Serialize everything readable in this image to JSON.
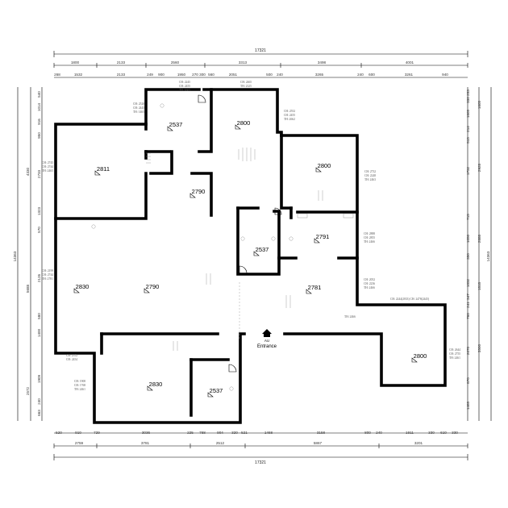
{
  "dimensions": {
    "top_total": "17321",
    "top_row1": [
      "1800",
      "2133",
      "2560",
      "3313",
      "3498",
      "4001"
    ],
    "top_row2": [
      "268",
      "1532",
      "2133",
      "249",
      "900",
      "1950",
      "270",
      "300",
      "560",
      "2051",
      "500",
      "240",
      "3265",
      "240",
      "600",
      "3261",
      "940"
    ],
    "bottom_total": "17321",
    "bottom_row1": [
      "2759",
      "3781",
      "2512",
      "5867",
      "3201"
    ],
    "bottom_row2": [
      "520",
      "910",
      "729",
      "3036",
      "225",
      "768",
      "904",
      "320",
      "521",
      "1468",
      "3158",
      "800",
      "240",
      "1911",
      "330",
      "610",
      "330"
    ],
    "left_total": "14363",
    "left_row1": [
      "4330",
      "5688",
      "2572"
    ],
    "left_row2": [
      "540",
      "1014",
      "916",
      "950",
      "2733",
      "1323",
      "570",
      "2126",
      "580",
      "1400",
      "1909",
      "240",
      "663"
    ],
    "right_total": "14363",
    "right_row1": [
      "2928",
      "2888",
      "3500"
    ],
    "right_row2": [
      "253",
      "330",
      "1605",
      "214",
      "515",
      "1732",
      "715",
      "1050",
      "350",
      "1032",
      "347",
      "241",
      "760",
      "2070",
      "870",
      "1465"
    ],
    "right_row1b": [
      "1605",
      "1818"
    ]
  },
  "room_heights": [
    "2537",
    "2800",
    "2811",
    "2790",
    "2800",
    "2791",
    "2537",
    "2830",
    "2790",
    "2781",
    "2800",
    "2830",
    "2537"
  ],
  "entrance": {
    "code": "AU",
    "label": "Entrance"
  },
  "notes": {
    "n1a": "CH: 2520",
    "n1b": "CH: 2445",
    "n1c": "TH: 1465",
    "n2a": "CH: 2245",
    "n2b": "CH: 2455",
    "n2c": "TH: 1665",
    "n3a": "CH: 2465",
    "n3b": "TH: 2325",
    "n4a": "CH: 2552",
    "n4b": "CH: 2455",
    "n4c": "TH: 2662",
    "n5a": "CH: 2732",
    "n5b": "CH: 2248",
    "n5c": "TH: 2463",
    "n6a": "CH: 2745",
    "n6b": "CH: 2744",
    "n6c": "TH: 2465",
    "n7a": "CH: 2888",
    "n7b": "CH: 2855",
    "n7c": "TH: 2466",
    "n8a": "CH: 2052",
    "n8b": "CH: 2236",
    "n8c": "TH: 2466",
    "n9a": "CH: 2199",
    "n9b": "CH: 2744",
    "n9c": "TH: 2781",
    "n10": "CH: 2244(2833) CH: 2478(2445)",
    "n11": "TH: 2466",
    "n12a": "CH: 2644",
    "n12b": "CH: 2755",
    "n12c": "TH: 2461",
    "n13a": "CH: 1908",
    "n13b": "CH: 1768",
    "n13c": "TH: 2461",
    "n14a": "CH: 2552",
    "n14b": "CH: 2454"
  }
}
